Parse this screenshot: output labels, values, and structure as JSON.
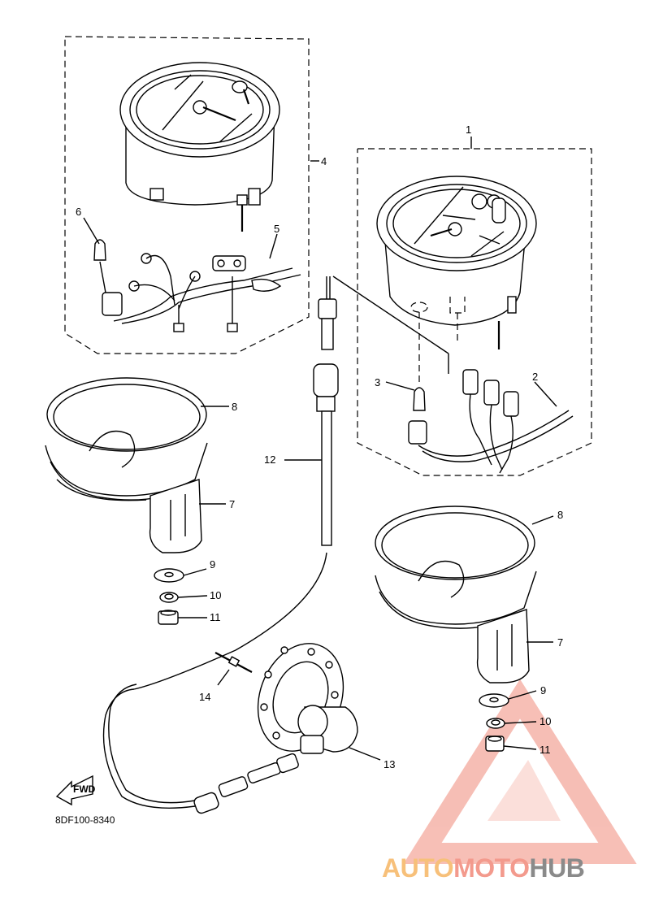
{
  "diagram": {
    "drawing_code": "8DF100-8340",
    "fwd_label": "FWD",
    "callouts": {
      "c1": "1",
      "c2": "2",
      "c3": "3",
      "c4": "4",
      "c5": "5",
      "c6": "6",
      "c7a": "7",
      "c7b": "7",
      "c8a": "8",
      "c8b": "8",
      "c9a": "9",
      "c9b": "9",
      "c10a": "10",
      "c10b": "10",
      "c11a": "11",
      "c11b": "11",
      "c12": "12",
      "c13": "13",
      "c14": "14"
    }
  },
  "watermark": {
    "part1": "AUTO",
    "part2": "MOTO",
    "part3": "HUB",
    "colors": {
      "orange": "#f7c07a",
      "salmon": "#f39a8d",
      "grey": "#8a8a8a"
    }
  }
}
